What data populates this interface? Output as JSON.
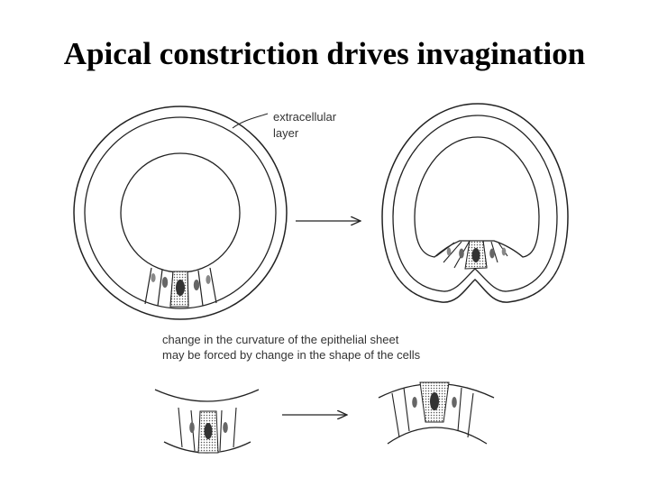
{
  "slide": {
    "title": "Apical constriction drives invagination"
  },
  "figure": {
    "label_line1": "extracellular",
    "label_line2": "layer",
    "caption_line1": "change in the curvature of the epithelial sheet",
    "caption_line2": "may be forced by change in the shape of the cells"
  }
}
